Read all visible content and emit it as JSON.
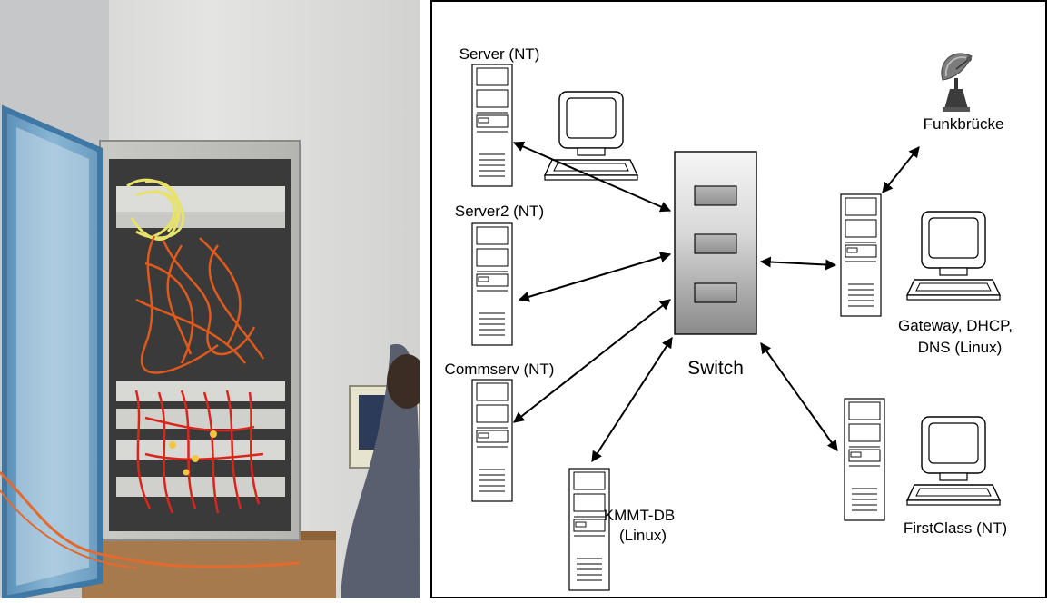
{
  "photo": {
    "subject": "open network rack cabinet with yellow and orange patch cables"
  },
  "diagram": {
    "nodes": {
      "server_nt": "Server (NT)",
      "server2_nt": "Server2 (NT)",
      "commserv_nt": "Commserv (NT)",
      "kmmt_db_line1": "KMMT-DB",
      "kmmt_db_line2": "(Linux)",
      "switch": "Switch",
      "funkbruecke": "Funkbrücke",
      "gateway_line1": "Gateway, DHCP,",
      "gateway_line2": "DNS (Linux)",
      "firstclass": "FirstClass (NT)"
    },
    "icons": {
      "tower": "server-tower-icon",
      "workstation": "workstation-icon",
      "dish": "satellite-dish-icon",
      "switch": "network-switch-icon"
    }
  }
}
